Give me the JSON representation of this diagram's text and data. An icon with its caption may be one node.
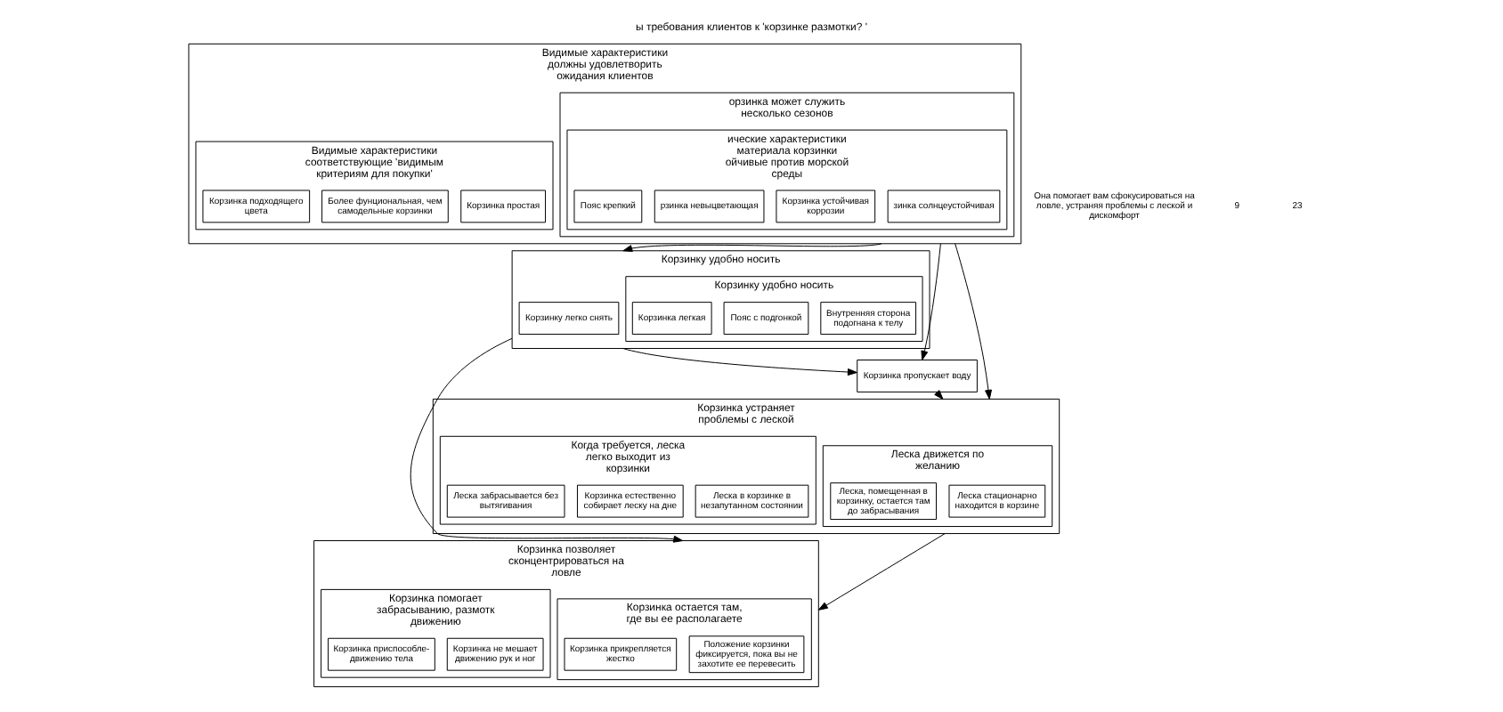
{
  "diagram": {
    "title": "ы требования клиентов к 'корзинке размотки? '",
    "nodes": [
      {
        "text": [
          "Видимые характеристики должны удовлетворить ожидания клиентов"
        ]
      },
      {
        "text": [
          "орзинка может служить несколько сезонов"
        ],
        "in": 0
      },
      {
        "text": [
          "ические характеристики материала корзинки ойчивые против морской среды"
        ],
        "in": 1
      },
      {
        "text": [
          "зинка солнцеустойчивая"
        ],
        "in": 2
      },
      {
        "text": [
          "Корзинка устойчивая коррозии"
        ],
        "in": 2
      },
      {
        "text": [
          "рзинка невыцветающая"
        ],
        "in": 2
      },
      {
        "text": [
          "Пояс крепкий"
        ],
        "in": 2
      },
      {
        "text": [
          "Видимые характеристики соответствующие 'видимым критериям для покупки'"
        ],
        "in": 0
      },
      {
        "text": [
          "Корзинка простая"
        ],
        "in": 7
      },
      {
        "text": [
          "Более фунциональная, чем самодельные корзинки"
        ],
        "in": 7
      },
      {
        "text": [
          "Корзинка подходящего цвета"
        ],
        "in": 7
      },
      {
        "text": [
          "Корзинку удобно носить"
        ]
      },
      {
        "text": [
          "Корзинку легко снять"
        ],
        "in": 11
      },
      {
        "text": [
          "Корзинку удобно носить"
        ],
        "in": 11
      },
      {
        "text": [
          "Внутренняя сторона подогнана к телу"
        ],
        "in": 13
      },
      {
        "text": [
          "Пояс с подгонкой"
        ],
        "in": 13
      },
      {
        "text": [
          "Корзинка легкая"
        ],
        "in": 13
      },
      {
        "text": [
          "Корзинка пропускает воду"
        ]
      },
      {
        "text": [
          "Корзинка устраняет проблемы с леской"
        ]
      },
      {
        "text": [
          "Леска движется по желанию"
        ],
        "in": 18
      },
      {
        "text": [
          "Леска стационарно находится в корзине"
        ],
        "in": 19
      },
      {
        "text": [
          "Леска, помещенная в корзинку, остается там до забрасывания"
        ],
        "in": 19
      },
      {
        "text": [
          "Когда требуется, леска легко выходит из корзинки"
        ],
        "in": 18
      },
      {
        "text": [
          "Леска в корзинке в незапутанном состоянии"
        ],
        "in": 22
      },
      {
        "text": [
          "Корзинка естественно собирает леску на дне"
        ],
        "in": 22
      },
      {
        "text": [
          "Леска забрасывается без вытягивания"
        ],
        "in": 22
      },
      {
        "text": [
          "Корзинка позволяет сконцентрироваться на ловле"
        ]
      },
      {
        "text": [
          "Корзинка остается там, где вы ее располагаете"
        ],
        "in": 26
      },
      {
        "text": [
          "Положение корзинки фиксируется, пока вы не захотите ее перевесить"
        ],
        "in": 27
      },
      {
        "text": [
          "Корзинка прикрепляется жестко"
        ],
        "in": 27
      },
      {
        "text": [
          "Корзинка помогает забрасыванию, размотк движению"
        ],
        "in": 26
      },
      {
        "text": [
          "Корзинка не мешает движению рук и ног"
        ],
        "in": 30
      },
      {
        "text": [
          "Корзинка приспособле- движению тела"
        ],
        "in": 30
      }
    ],
    "edges": [
      {
        "from": 0,
        "to": 11,
        "arrow": "to"
      },
      {
        "from": 11,
        "to": 17,
        "arrow": "to"
      },
      {
        "from": 0,
        "to": 17,
        "arrow": "to"
      },
      {
        "from": 17,
        "to": 18,
        "arrow": "to"
      },
      {
        "from": 0,
        "to": 18,
        "arrow": "to"
      },
      {
        "from": 18,
        "to": 26,
        "arrow": "to"
      },
      {
        "from": 11,
        "to": 26,
        "arrow": "to"
      }
    ],
    "labels": [
      "Она помогает вам сфокусироваться на ловле, устраняя проблемы с леской и дискомфорт",
      "9",
      "23"
    ]
  }
}
